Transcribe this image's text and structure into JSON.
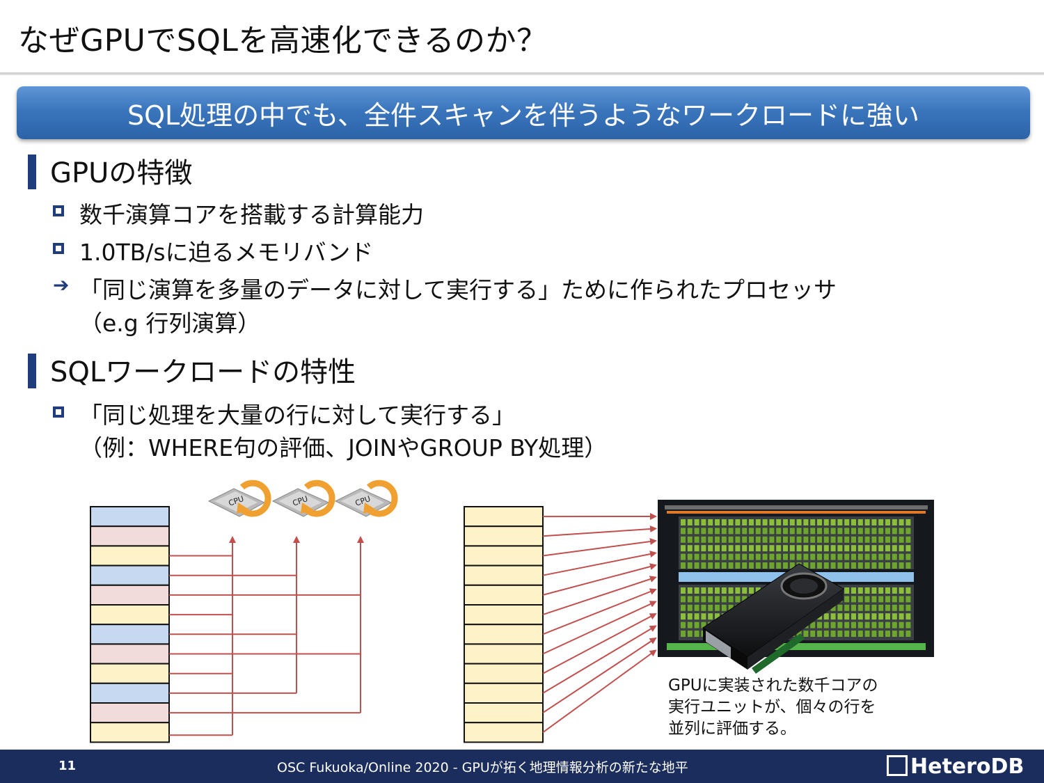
{
  "title": "なぜGPUでSQLを高速化できるのか？",
  "banner": "SQL処理の中でも、全件スキャンを伴うようなワークロードに強い",
  "section1": {
    "heading": "GPUの特徴",
    "bullets": [
      "数千演算コアを搭載する計算能力",
      "1.0TB/sに迫るメモリバンド"
    ],
    "arrow_line1": "「同じ演算を多量のデータに対して実行する」ために作られたプロセッサ",
    "arrow_line2": "（e.g  行列演算）"
  },
  "section2": {
    "heading": "SQLワークロードの特性",
    "bullet_line1": "「同じ処理を大量の行に対して実行する」",
    "bullet_line2": "（例：WHERE句の評価、JOINやGROUP BY処理）"
  },
  "diagram": {
    "cpu_chip_label": "CPU",
    "row_colors": [
      "#c6d9f0",
      "#f2dcdb",
      "#fdf2c8"
    ],
    "arrow_color": "#c0504d",
    "caption_lines": [
      "GPUに実装された数千コアの",
      "実行ユニットが、個々の行を",
      "並列に評価する。"
    ]
  },
  "footer": {
    "page_number": "11",
    "text": "OSC Fukuoka/Online 2020 - GPUが拓く地理情報分析の新たな地平",
    "logo": "HeteroDB"
  }
}
